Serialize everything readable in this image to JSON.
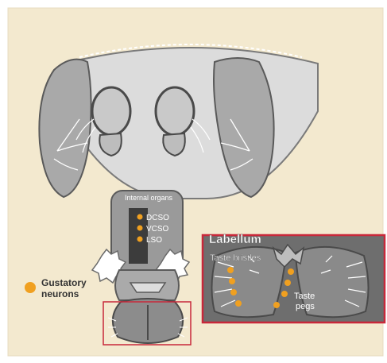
{
  "labels": {
    "internal_organs": "Internal organs",
    "dcso": "DCSO",
    "vcso": "VCSO",
    "lso": "LSO",
    "labellum_title": "Labellum",
    "taste_bristles": "Taste bristles",
    "taste_pegs_line1": "Taste",
    "taste_pegs_line2": "pegs",
    "legend_line1": "Gustatory",
    "legend_line2": "neurons"
  },
  "colors": {
    "background": "#f3e9cf",
    "head_fill": "#d9d9d9",
    "eye_fill": "#a9a9a9",
    "proboscis_fill": "#9a9a9a",
    "neuron": "#f0a020",
    "callout": "#c8283a"
  }
}
